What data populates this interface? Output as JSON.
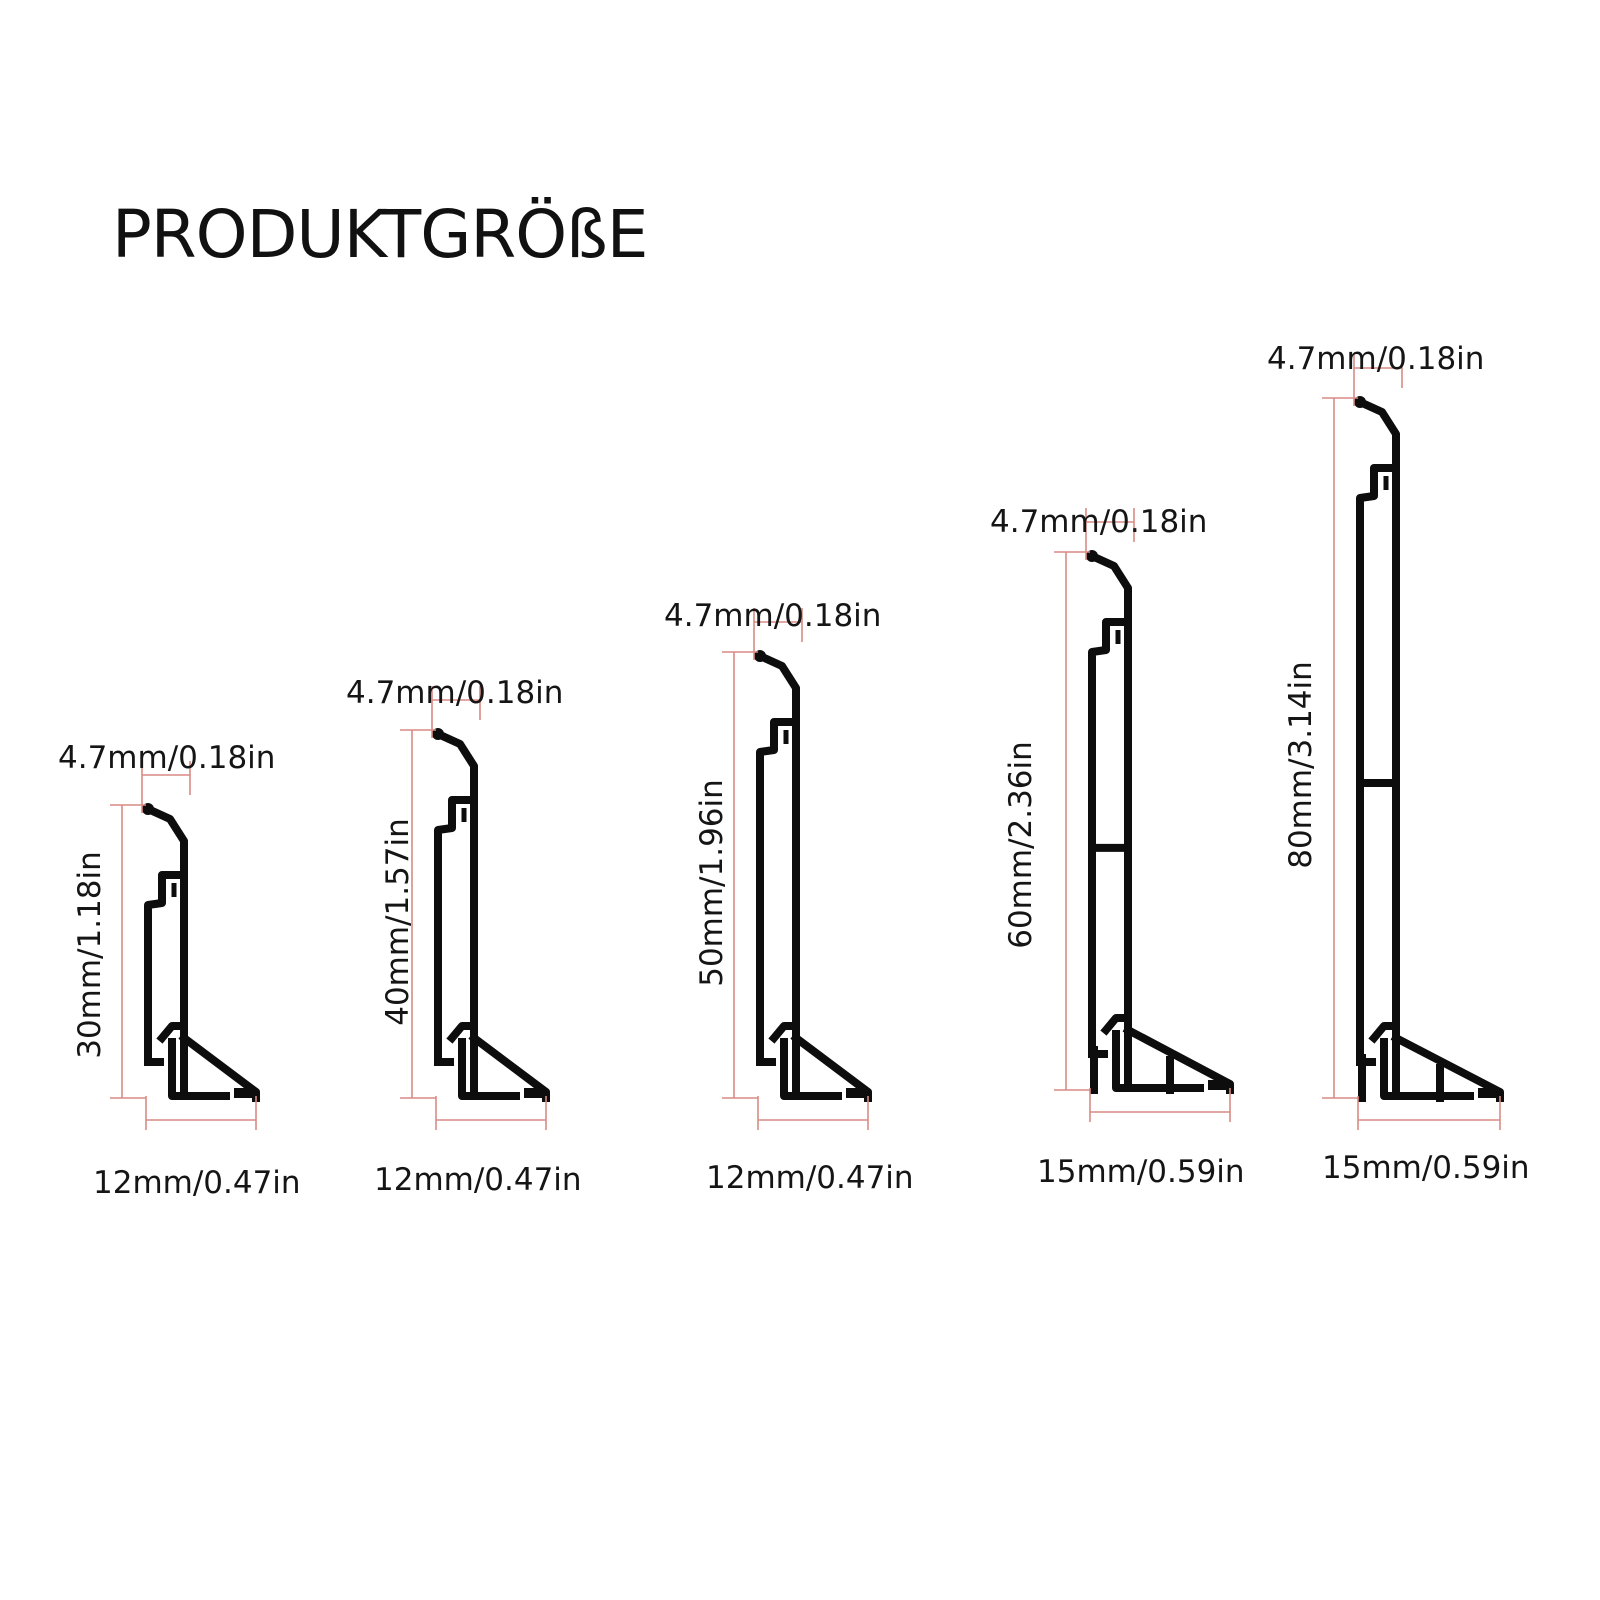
{
  "title": "PRODUKTGRÖßE",
  "profiles": [
    {
      "top_label": "4.7mm/0.18in",
      "height_label": "30mm/1.18in",
      "width_label": "12mm/0.47in"
    },
    {
      "top_label": "4.7mm/0.18in",
      "height_label": "40mm/1.57in",
      "width_label": "12mm/0.47in"
    },
    {
      "top_label": "4.7mm/0.18in",
      "height_label": "50mm/1.96in",
      "width_label": "12mm/0.47in"
    },
    {
      "top_label": "4.7mm/0.18in",
      "height_label": "60mm/2.36in",
      "width_label": "15mm/0.59in"
    },
    {
      "top_label": "4.7mm/0.18in",
      "height_label": "80mm/3.14in",
      "width_label": "15mm/0.59in"
    }
  ],
  "colors": {
    "profile": "#0d0d0d",
    "dimension_line": "#d98a84",
    "text": "#151515"
  }
}
